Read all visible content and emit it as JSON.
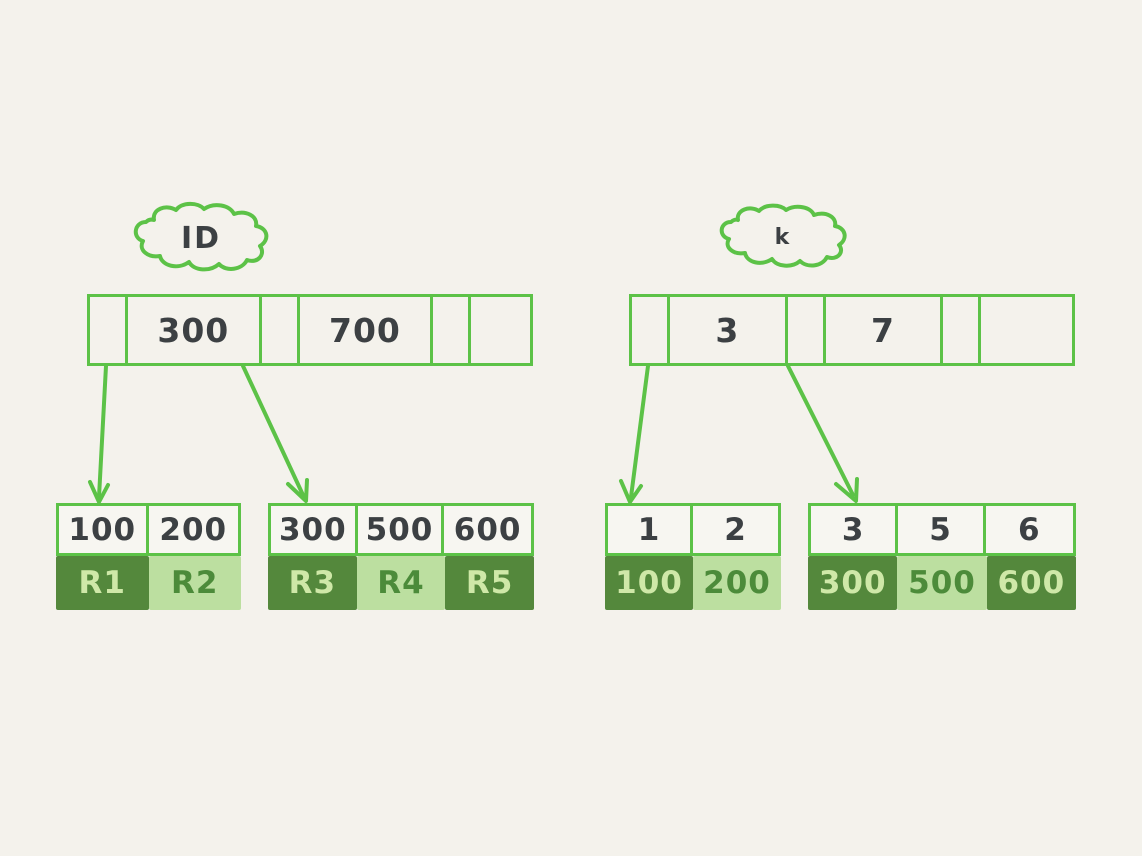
{
  "diagram": {
    "title_hidden": "",
    "background_color": "#f4f2ec",
    "stroke_color": "#5cc247",
    "ink_color": "#3c4043",
    "dark_cell_color": "#54883c",
    "light_cell_color": "#bcdfa0"
  },
  "trees": [
    {
      "id": "primary-index",
      "cloud_label": "ID",
      "root": {
        "cells": [
          "",
          "300",
          "",
          "700",
          "",
          ""
        ]
      },
      "leaves": [
        {
          "keys": [
            "100",
            "200"
          ],
          "values": [
            "R1",
            "R2"
          ],
          "value_shades": [
            "dark",
            "light"
          ]
        },
        {
          "keys": [
            "300",
            "500",
            "600"
          ],
          "values": [
            "R3",
            "R4",
            "R5"
          ],
          "value_shades": [
            "dark",
            "light",
            "dark"
          ]
        }
      ]
    },
    {
      "id": "secondary-index",
      "cloud_label": "k",
      "root": {
        "cells": [
          "",
          "3",
          "",
          "7",
          "",
          ""
        ]
      },
      "leaves": [
        {
          "keys": [
            "1",
            "2"
          ],
          "values": [
            "100",
            "200"
          ],
          "value_shades": [
            "dark",
            "light"
          ]
        },
        {
          "keys": [
            "3",
            "5",
            "6"
          ],
          "values": [
            "300",
            "500",
            "600"
          ],
          "value_shades": [
            "dark",
            "light",
            "dark"
          ]
        }
      ]
    }
  ]
}
